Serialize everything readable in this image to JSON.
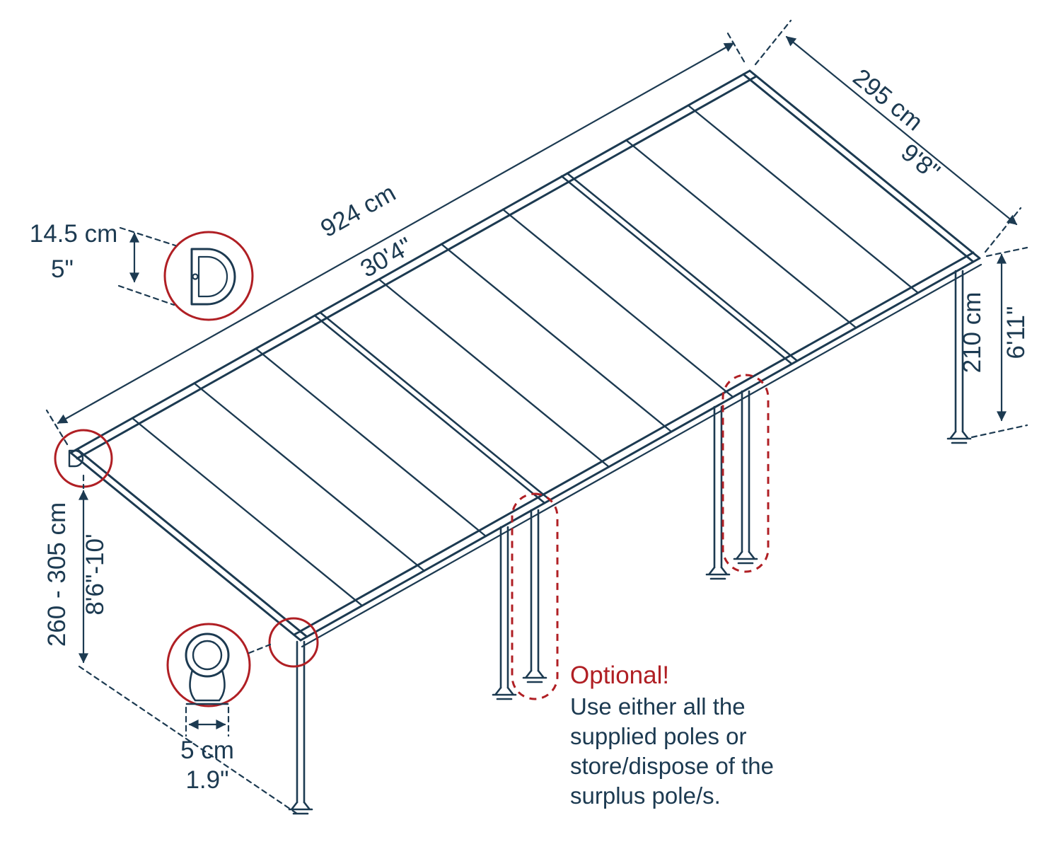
{
  "colors": {
    "ink": "#1c3a51",
    "accent": "#b01f24"
  },
  "dimensions": {
    "length": {
      "metric": "924 cm",
      "imperial": "30'4\""
    },
    "depth": {
      "metric": "295 cm",
      "imperial": "9'8\""
    },
    "clearance_height": {
      "metric": "210 cm",
      "imperial": "6'11\""
    },
    "attachment_height": {
      "metric": "260 - 305 cm",
      "imperial": "8'6\"-10'"
    },
    "profile_height": {
      "metric": "14.5 cm",
      "imperial": "5\""
    },
    "pole_diameter": {
      "metric": "5 cm",
      "imperial": "1.9\""
    }
  },
  "note": {
    "title": "Optional!",
    "lines": [
      "Use either all the",
      "supplied poles or",
      "store/dispose of the",
      "surplus pole/s."
    ]
  }
}
